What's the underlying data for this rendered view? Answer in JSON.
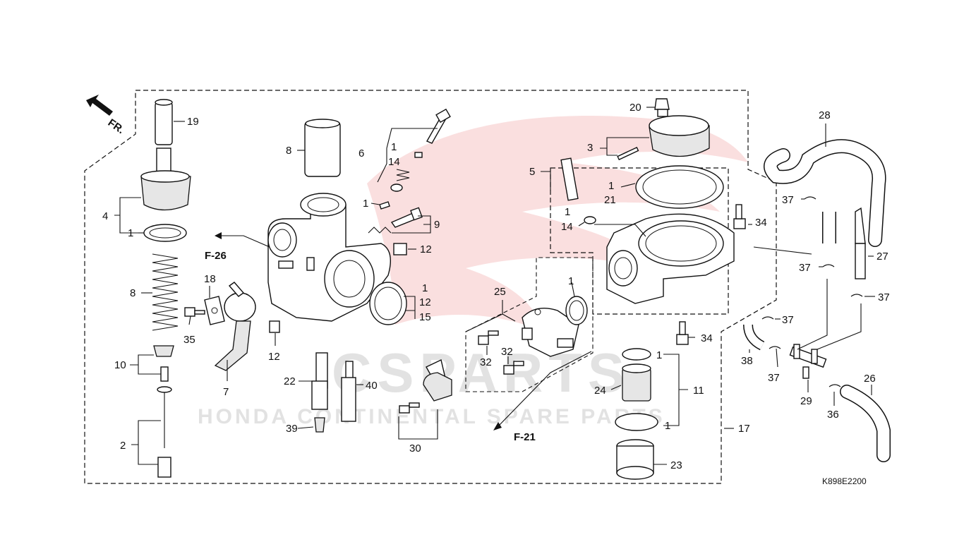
{
  "diagram": {
    "code": "K898E2200",
    "direction_label": "FR.",
    "references": {
      "f26": "F-26",
      "f21": "F-21"
    },
    "labels": {
      "l19": "19",
      "l8a": "8",
      "l4": "4",
      "l1a": "1",
      "l8b": "8",
      "l18": "18",
      "l35": "35",
      "l10": "10",
      "l7": "7",
      "l2": "2",
      "l39": "39",
      "l22": "22",
      "l40": "40",
      "l12a": "12",
      "l12b": "12",
      "l6": "6",
      "l1b": "1",
      "l14a": "14",
      "l1c": "1",
      "l9": "9",
      "l1d": "1",
      "l12c": "12",
      "l15": "15",
      "l25": "25",
      "l32a": "32",
      "l32b": "32",
      "l30": "30",
      "l1e": "1",
      "l20": "20",
      "l3": "3",
      "l5": "5",
      "l1f": "1",
      "l21": "21",
      "l1g": "1",
      "l14b": "14",
      "l34a": "34",
      "l34b": "34",
      "l1h": "1",
      "l11": "11",
      "l24": "24",
      "l1i": "1",
      "l23": "23",
      "l17": "17",
      "l28": "28",
      "l37a": "37",
      "l37b": "37",
      "l37c": "37",
      "l37d": "37",
      "l37e": "37",
      "l27": "27",
      "l38": "38",
      "l29": "29",
      "l36": "36",
      "l26": "26"
    }
  },
  "watermark": {
    "text": "CSPARTS",
    "tagline": "HONDA CONTINENTAL SPARE PARTS"
  }
}
